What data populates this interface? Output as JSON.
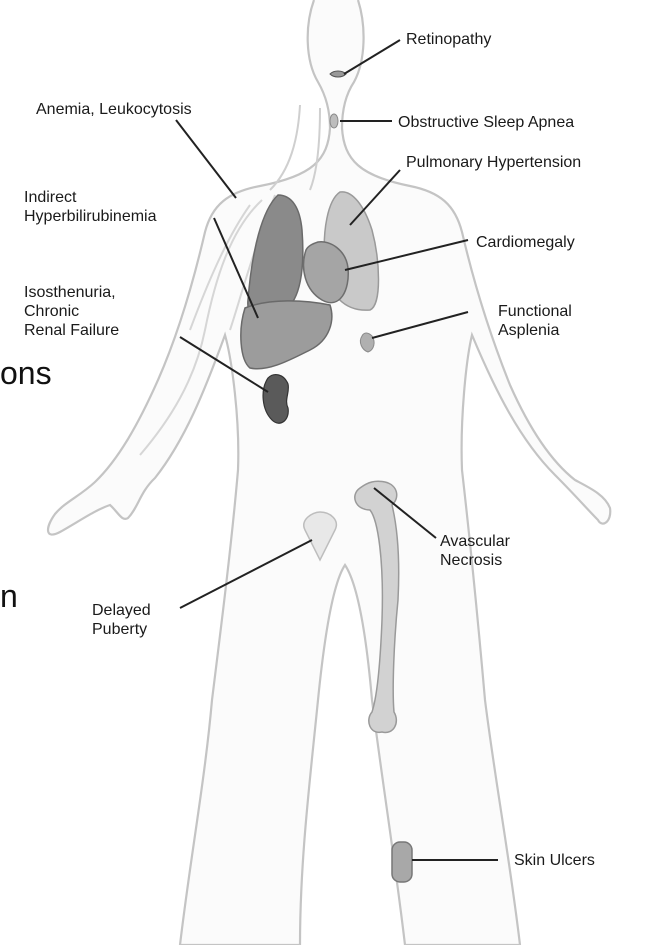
{
  "labels": {
    "retinopathy": [
      "Retinopathy"
    ],
    "anemia": [
      "Anemia, Leukocytosis"
    ],
    "sleep_apnea": [
      "Obstructive Sleep Apnea"
    ],
    "pulmonary": [
      "Pulmonary Hypertension"
    ],
    "hyperbili": [
      "Indirect",
      "Hyperbilirubinemia"
    ],
    "cardiomegaly": [
      "Cardiomegaly"
    ],
    "renal": [
      "Isosthenuria,",
      "Chronic",
      "Renal Failure"
    ],
    "asplenia": [
      "Functional",
      "Asplenia"
    ],
    "avascular": [
      "Avascular",
      "Necrosis"
    ],
    "puberty": [
      "Delayed",
      "Puberty"
    ],
    "skin_ulcers": [
      "Skin Ulcers"
    ]
  },
  "fragments": {
    "left_ons": "ons",
    "left_n": "n"
  }
}
